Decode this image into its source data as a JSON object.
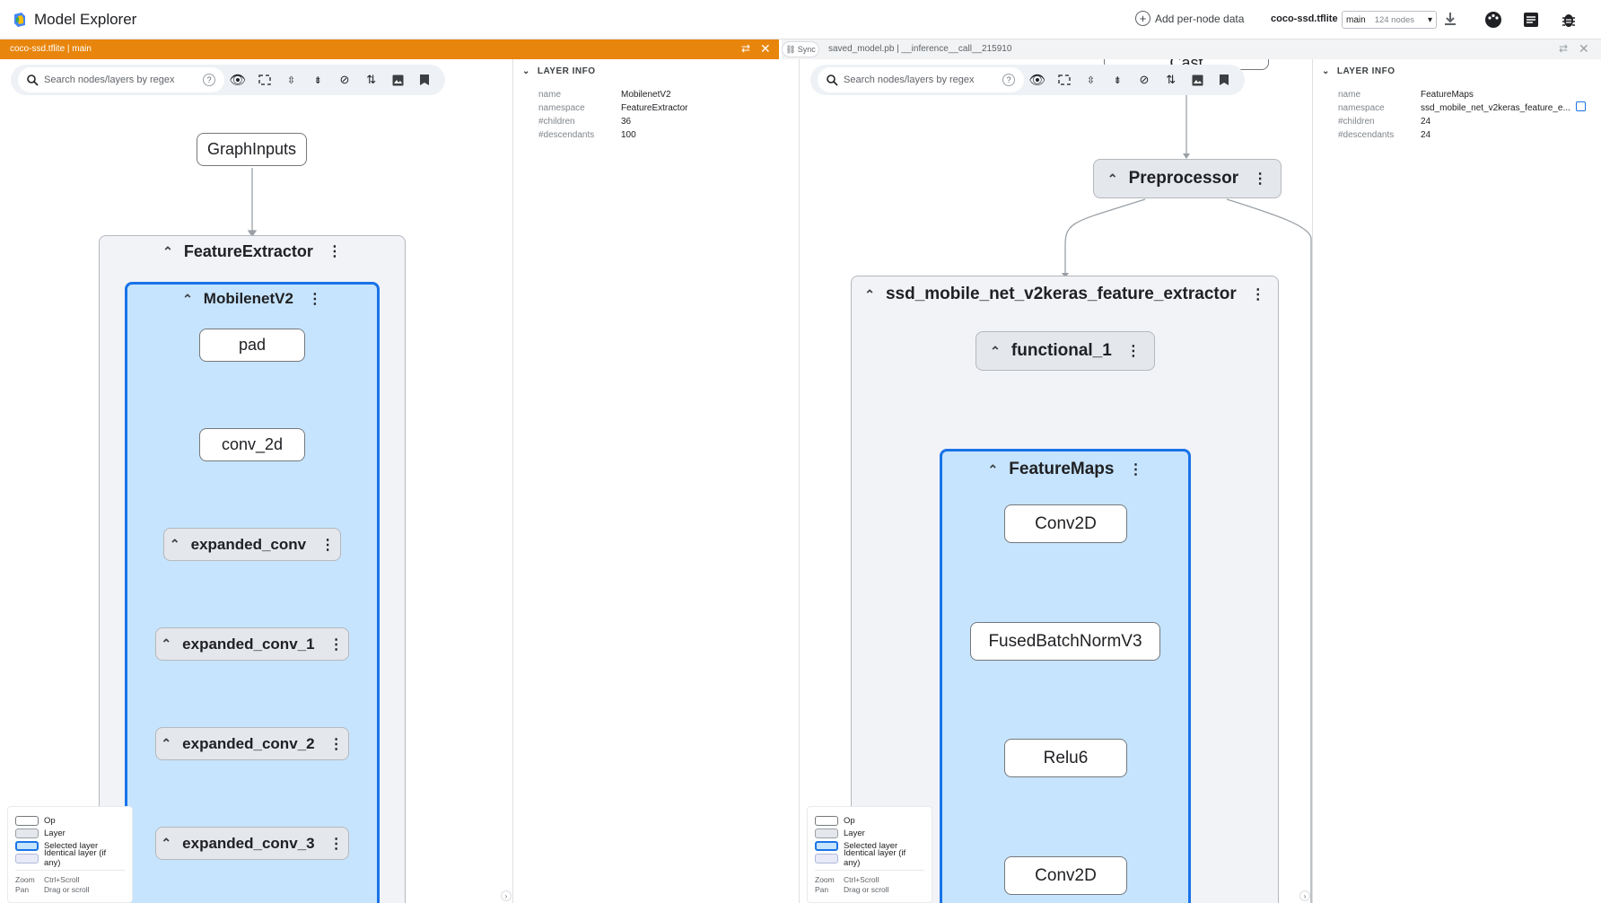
{
  "app": {
    "title": "Model Explorer",
    "add_data_label": "Add per-node data",
    "model_name": "coco-ssd.tflite",
    "subgraph": "main",
    "node_count": "124 nodes"
  },
  "tabs": {
    "left": "coco-ssd.tflite | main",
    "sync": "Sync",
    "right": "saved_model.pb | __inference__call__215910"
  },
  "search": {
    "placeholder": "Search nodes/layers by regex"
  },
  "info_left": {
    "header": "LAYER INFO",
    "rows": [
      {
        "k": "name",
        "v": "MobilenetV2"
      },
      {
        "k": "namespace",
        "v": "FeatureExtractor"
      },
      {
        "k": "#children",
        "v": "36"
      },
      {
        "k": "#descendants",
        "v": "100"
      }
    ]
  },
  "info_right": {
    "header": "LAYER INFO",
    "rows": [
      {
        "k": "name",
        "v": "FeatureMaps"
      },
      {
        "k": "namespace",
        "v": "ssd_mobile_net_v2keras_feature_e..."
      },
      {
        "k": "#children",
        "v": "24"
      },
      {
        "k": "#descendants",
        "v": "24"
      }
    ]
  },
  "graph_left": {
    "graph_inputs": "GraphInputs",
    "feature_extractor": "FeatureExtractor",
    "mobilenet": "MobilenetV2",
    "pad": "pad",
    "conv_2d": "conv_2d",
    "expanded_conv": "expanded_conv",
    "expanded_conv_1": "expanded_conv_1",
    "expanded_conv_2": "expanded_conv_2",
    "expanded_conv_3": "expanded_conv_3"
  },
  "graph_right": {
    "cast": "Cast",
    "preprocessor": "Preprocessor",
    "ssd": "ssd_mobile_net_v2keras_feature_extractor",
    "functional_1": "functional_1",
    "feature_maps": "FeatureMaps",
    "conv2d_a": "Conv2D",
    "fused": "FusedBatchNormV3",
    "relu6": "Relu6",
    "conv2d_b": "Conv2D"
  },
  "legend": {
    "op": "Op",
    "layer": "Layer",
    "selected": "Selected layer",
    "identical": "Identical layer (if any)",
    "zoom_k": "Zoom",
    "zoom_v": "Ctrl+Scroll",
    "pan_k": "Pan",
    "pan_v": "Drag or scroll"
  },
  "colors": {
    "accent": "#e8850c",
    "selected_border": "#1a73e8",
    "selected_fill": "#c6e4fd"
  }
}
